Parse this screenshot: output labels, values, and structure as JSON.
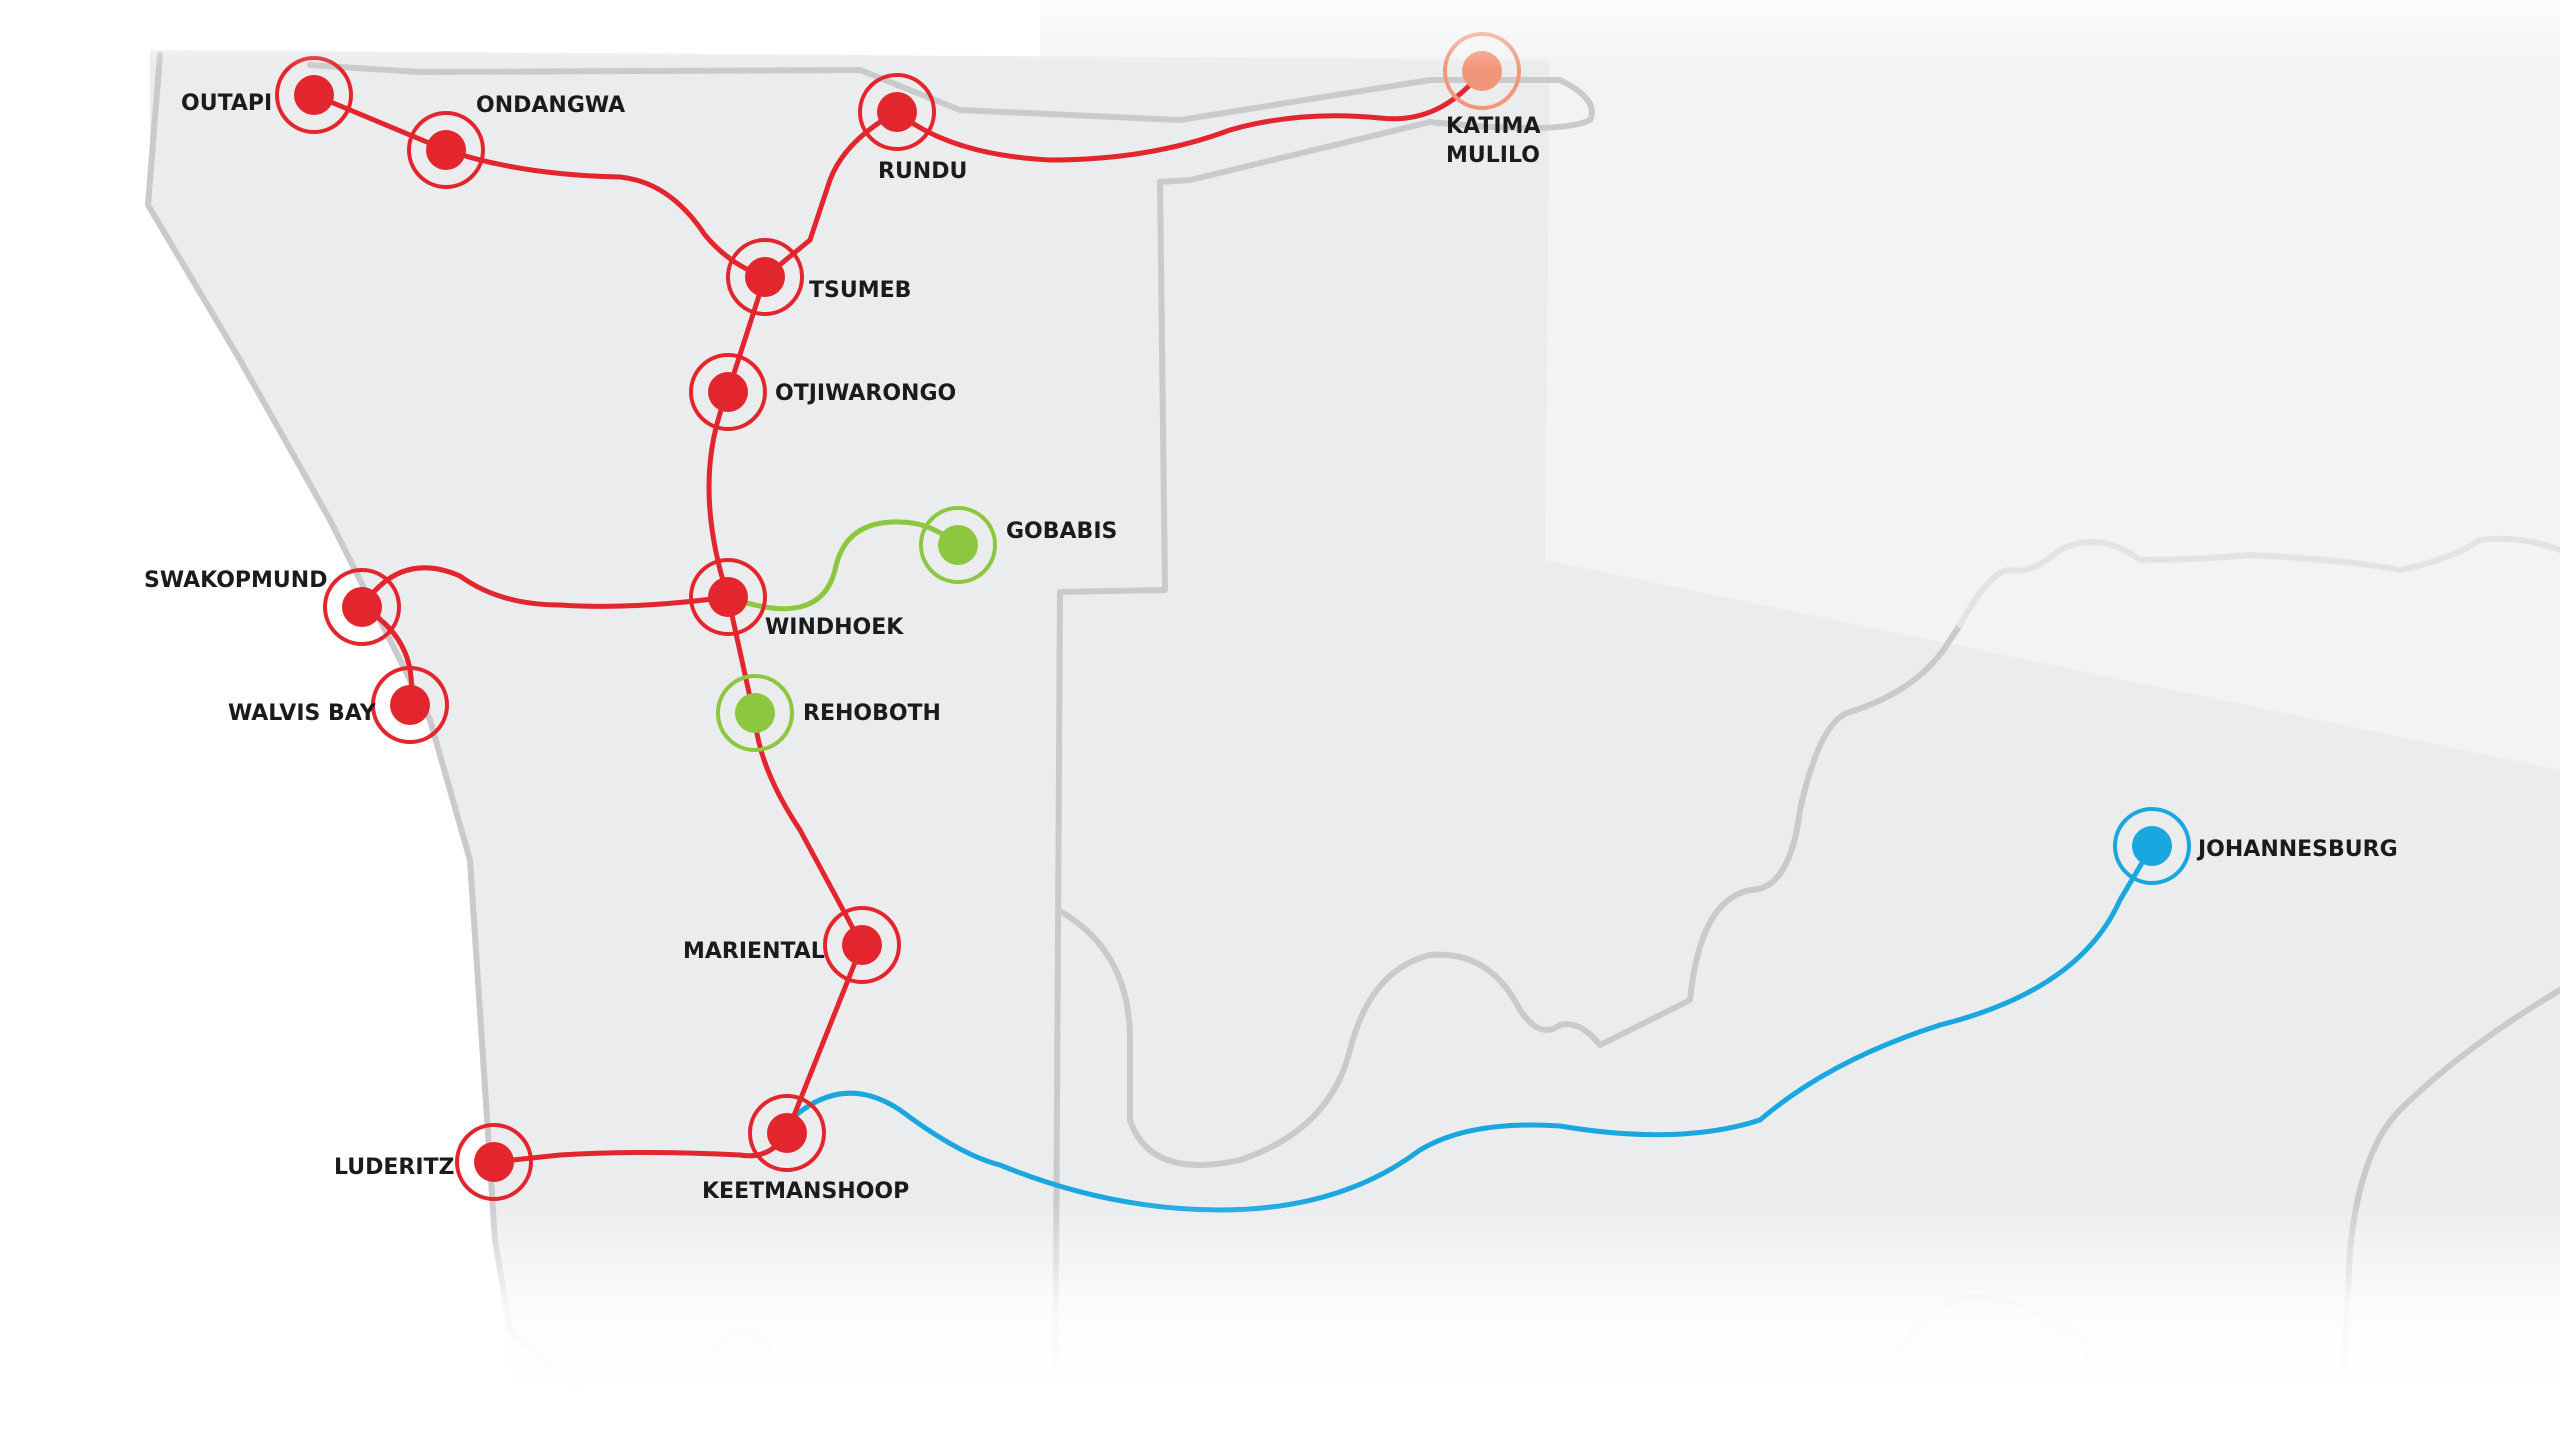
{
  "map": {
    "colors": {
      "land": "#ebecee",
      "land_light": "#f2f3f4",
      "border": "#c9cacc",
      "red_route": "#e3262d",
      "green_route": "#8dc63f",
      "blue_route": "#1aa7e0",
      "katima_dot": "#f2967a"
    },
    "cities": {
      "outapi": "OUTAPI",
      "ondangwa": "ONDANGWA",
      "rundu": "RUNDU",
      "katima_line1": "KATIMA",
      "katima_line2": "MULILO",
      "tsumeb": "TSUMEB",
      "otjiwarongo": "OTJIWARONGO",
      "gobabis": "GOBABIS",
      "swakopmund": "SWAKOPMUND",
      "windhoek": "WINDHOEK",
      "walvis_bay": "WALVIS BAY",
      "rehoboth": "REHOBOTH",
      "johannesburg": "JOHANNESBURG",
      "mariental": "MARIENTAL",
      "luderitz": "LUDERITZ",
      "keetmanshoop": "KEETMANSHOOP"
    }
  }
}
